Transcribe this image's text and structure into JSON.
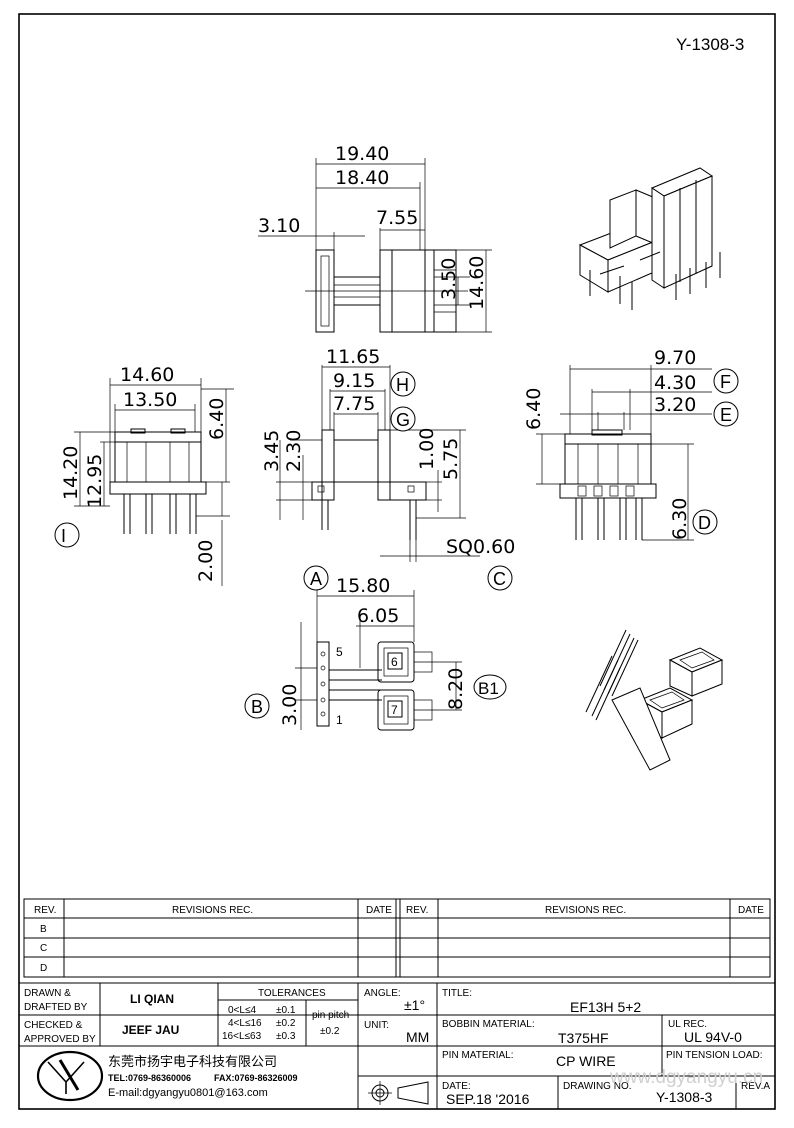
{
  "drawing_code": "Y-1308-3",
  "dimensions": {
    "top": [
      "19.40",
      "18.40",
      "3.10",
      "7.55",
      "3.50",
      "14.60"
    ],
    "left": [
      "14.60",
      "13.50",
      "6.40",
      "14.20",
      "12.95",
      "2.00"
    ],
    "middle": [
      "11.65",
      "9.15",
      "7.75",
      "3.45",
      "2.30",
      "1.00",
      "5.75",
      "SQ0.60"
    ],
    "right": [
      "9.70",
      "4.30",
      "3.20",
      "6.40",
      "6.30"
    ],
    "bottom": [
      "15.80",
      "6.05",
      "3.00",
      "8.20"
    ]
  },
  "callouts": [
    "H",
    "G",
    "F",
    "E",
    "I",
    "D",
    "C",
    "A",
    "B",
    "B1"
  ],
  "pin_labels": [
    "5",
    "1",
    "6",
    "7"
  ],
  "revisions": {
    "col_rev": "REV.",
    "col_revisions": "REVISIONS    REC.",
    "col_date": "DATE",
    "rows": [
      "B",
      "C",
      "D"
    ]
  },
  "title_block": {
    "drawn_label_1": "DRAWN &",
    "drawn_label_2": "DRAFTED BY",
    "drawn_by": "LI QIAN",
    "checked_label_1": "CHECKED &",
    "checked_label_2": "APPROVED BY",
    "checked_by": "JEEF JAU",
    "tolerances_label": "TOLERANCES",
    "tol_rows": [
      {
        "range": "0<L≤4",
        "value": "±0.1"
      },
      {
        "range": "4<L≤16",
        "value": "±0.2"
      },
      {
        "range": "16<L≤63",
        "value": "±0.3"
      }
    ],
    "pin_pitch_label": "pin pitch",
    "pin_pitch_value": "±0.2",
    "angle_label": "ANGLE:",
    "angle_value": "±1°",
    "unit_label": "UNIT:",
    "unit_value": "MM",
    "title_label": "TITLE:",
    "title_value": "EF13H 5+2",
    "bobbin_label": "BOBBIN MATERIAL:",
    "bobbin_value": "T375HF",
    "ul_label": "UL REC.",
    "ul_value": "UL 94V-0",
    "pin_material_label": "PIN MATERIAL:",
    "pin_material_value": "CP WIRE",
    "pin_tension_label": "PIN TENSION LOAD:",
    "date_label": "DATE:",
    "date_value": "SEP.18 '2016",
    "drawing_no_label": "DRAWING NO.",
    "drawing_no_value": "Y-1308-3",
    "rev_label": "REV.A",
    "company_name": "东莞市扬宇电子科技有限公司",
    "company_tel": "TEL:0769-86360006",
    "company_fax": "FAX:0769-86326009",
    "company_email": "E-mail:dgyangyu0801@163.com",
    "website": "www.dgyangyu.cn"
  }
}
